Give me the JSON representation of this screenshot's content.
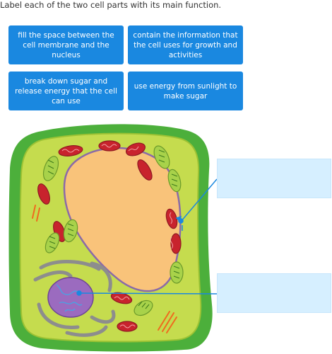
{
  "instruction": "Label each of the two cell parts with its main function.",
  "answer_tiles": [
    {
      "label": "fill the space between the cell membrane and the nucleus"
    },
    {
      "label": "contain the information that the cell uses for growth and activities"
    },
    {
      "label": "break down sugar and release energy that the cell can use"
    },
    {
      "label": "use energy from sunlight to make sugar"
    }
  ],
  "drop_targets": [
    {
      "value": ""
    },
    {
      "value": ""
    }
  ],
  "colors": {
    "tile": "#1a88e0",
    "dropzone": "#d6efff",
    "cell_wall": "#4caf3b",
    "cytoplasm": "#c5dc4e",
    "vacuole": "#f9c37a",
    "mitochondria": "#c8232d",
    "chloroplast": "#a8d24a",
    "nucleus": "#9b6bbf",
    "pointer_line": "#1a88e0"
  },
  "icons": [
    "plant-cell-diagram"
  ]
}
